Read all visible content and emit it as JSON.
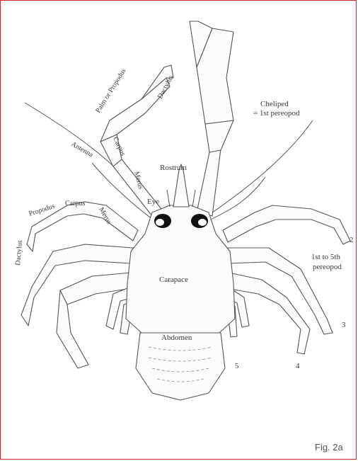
{
  "figure": {
    "caption": "Fig. 2a",
    "colors": {
      "border": "#d9242e",
      "stroke": "#555555",
      "text": "#3a3a3a"
    },
    "labels": {
      "palm_or_propodus": "Palm or Propodus",
      "dactylus_top": "Dactylus",
      "cheliped": "Cheliped",
      "first_pereopod": "= 1st pereopod",
      "carpus_upper": "Carpus",
      "antenna": "Antenna",
      "rostrum": "Rostrum",
      "merus_upper": "Merus",
      "eye": "Eye",
      "carpus_left": "Carpus",
      "propodus_left": "Propodus",
      "merus_left": "Merus",
      "dactylus_left": "Dactylus",
      "carapace": "Carapace",
      "abdomen": "Abdomen",
      "num_2": "2",
      "first_to_fifth": "1st to 5th",
      "pereopod": "pereopod",
      "num_3": "3",
      "num_4": "4",
      "num_5": "5"
    }
  }
}
